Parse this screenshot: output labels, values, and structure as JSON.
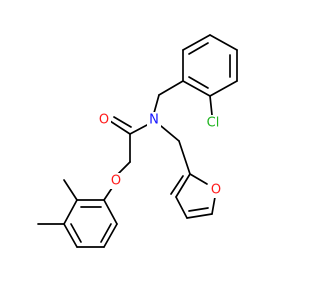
{
  "molecule": {
    "atom_labels": {
      "cl": "Cl",
      "n": "N",
      "o_carbonyl": "O",
      "o_ether": "O",
      "o_furan": "O"
    },
    "colors": {
      "bond": "#000000",
      "chlorine": "#1fb51f",
      "nitrogen": "#1414ff",
      "oxygen": "#ff1a1a"
    }
  }
}
